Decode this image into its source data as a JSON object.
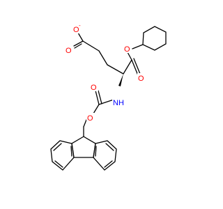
{
  "labels": {
    "carboxylate_o": "O",
    "carboxylate_charge": "-",
    "carbonyl_o_acid": "O",
    "ester_o": "O",
    "ester_carbonyl_o": "O",
    "amide_n": "NH",
    "carbamate_carbonyl_o": "O",
    "carbamate_ester_o": "O"
  },
  "colors": {
    "oxygen": "#ff0000",
    "nitrogen": "#0000ff",
    "bond": "#000000"
  }
}
